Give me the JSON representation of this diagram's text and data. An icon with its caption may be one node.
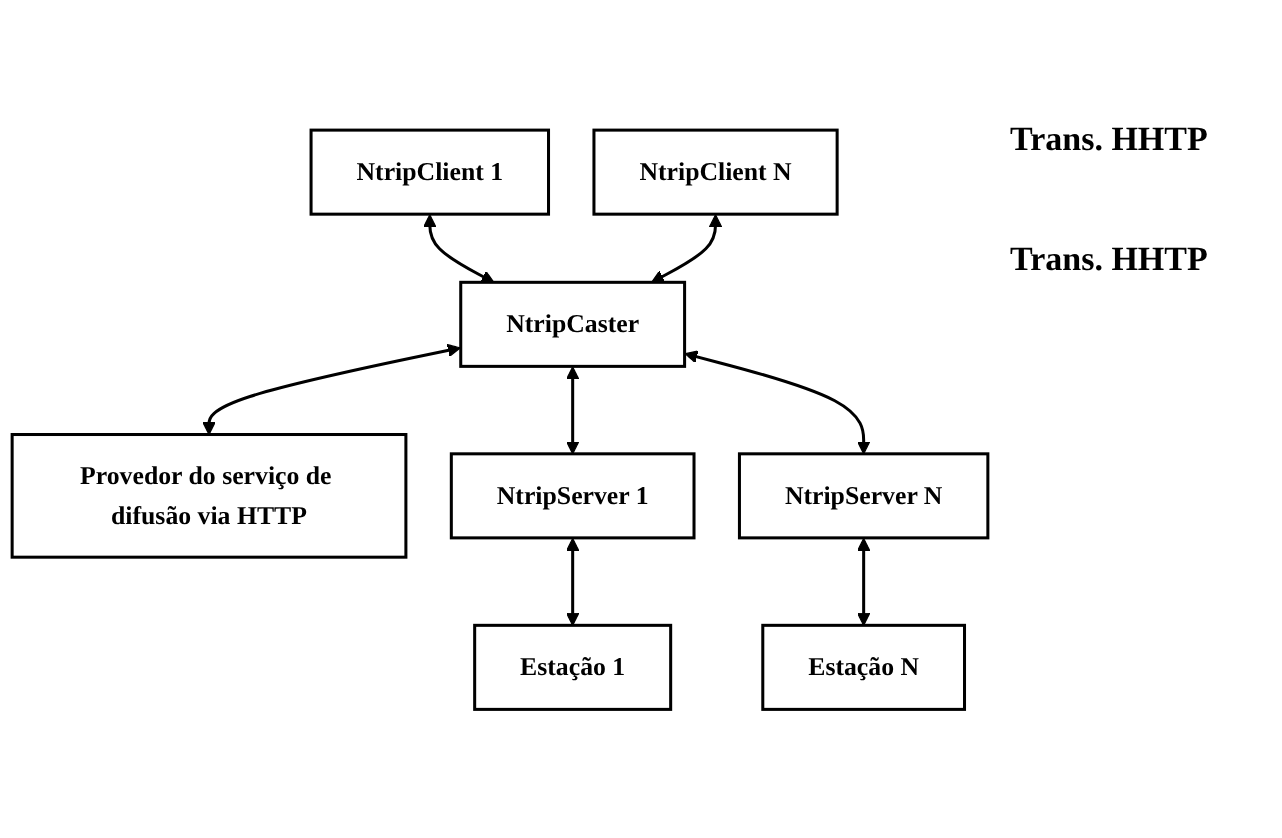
{
  "diagram": {
    "nodes": [
      {
        "text": [
          "NtripClient 1"
        ]
      },
      {
        "text": [
          "NtripClient N"
        ]
      },
      {
        "text": [
          "NtripCaster"
        ]
      },
      {
        "text": [
          "Provedor do serviço de difusão via HTTP"
        ]
      },
      {
        "text": [
          "NtripServer 1"
        ]
      },
      {
        "text": [
          "NtripServer N"
        ]
      },
      {
        "text": [
          "Estação 1"
        ]
      },
      {
        "text": [
          "Estação N"
        ]
      }
    ],
    "edges": [
      {
        "from": 0,
        "to": 2,
        "arrow": "both"
      },
      {
        "from": 1,
        "to": 2,
        "arrow": "both"
      },
      {
        "from": 2,
        "to": 3,
        "arrow": "both"
      },
      {
        "from": 2,
        "to": 4,
        "arrow": "both"
      },
      {
        "from": 2,
        "to": 5,
        "arrow": "both"
      },
      {
        "from": 4,
        "to": 6,
        "arrow": "both"
      },
      {
        "from": 5,
        "to": 7,
        "arrow": "both"
      }
    ],
    "labels": [
      "Trans. HHTP",
      "Trans. HHTP"
    ]
  }
}
